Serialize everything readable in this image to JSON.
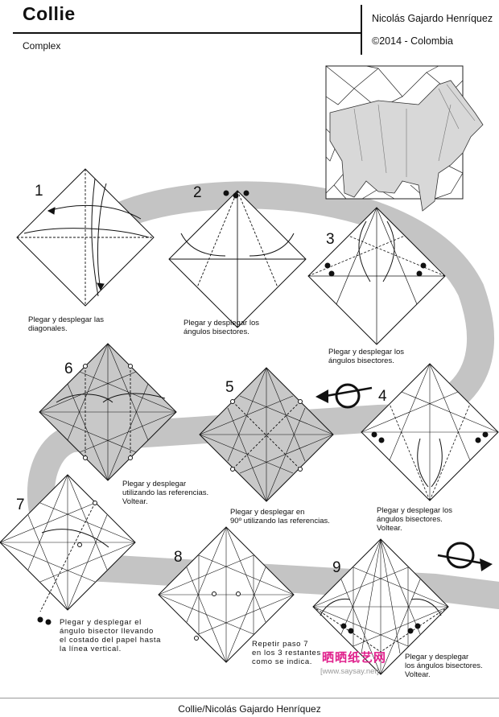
{
  "header": {
    "title": "Collie",
    "subtitle": "Complex",
    "author": "Nicolás Gajardo Henríquez",
    "copyright": "©2014 - Colombia"
  },
  "steps": [
    {
      "number": "1",
      "caption": "Plegar y desplegar las\ndiagonales."
    },
    {
      "number": "2",
      "caption": "Plegar y desplegar los\nángulos bisectores."
    },
    {
      "number": "3",
      "caption": "Plegar y desplegar los\nángulos bisectores."
    },
    {
      "number": "4",
      "caption": "Plegar y desplegar los\nángulos bisectores.\nVoltear."
    },
    {
      "number": "5",
      "caption": "Plegar y desplegar en\n90º utilizando las referencias."
    },
    {
      "number": "6",
      "caption": "Plegar y desplegar\nutilizando las referencias.\nVoltear."
    },
    {
      "number": "7",
      "caption": "Plegar y desplegar el\nángulo bisector llevando\nel costado del papel hasta\nla línea vertical."
    },
    {
      "number": "8",
      "caption": "Repetir paso 7\nen los 3 restantes\ncomo se indica."
    },
    {
      "number": "9",
      "caption": "Plegar y desplegar\nlos ángulos bisectores.\nVoltear."
    }
  ],
  "watermark": {
    "text": "晒晒纸艺网",
    "url": "[www.saysay.net]"
  },
  "footer": "Collie/Nicolás Gajardo Henríquez",
  "colors": {
    "band": "#c4c4c4",
    "shaded": "#c8c8c8",
    "ink": "#111111",
    "watermark": "#e0208c"
  }
}
